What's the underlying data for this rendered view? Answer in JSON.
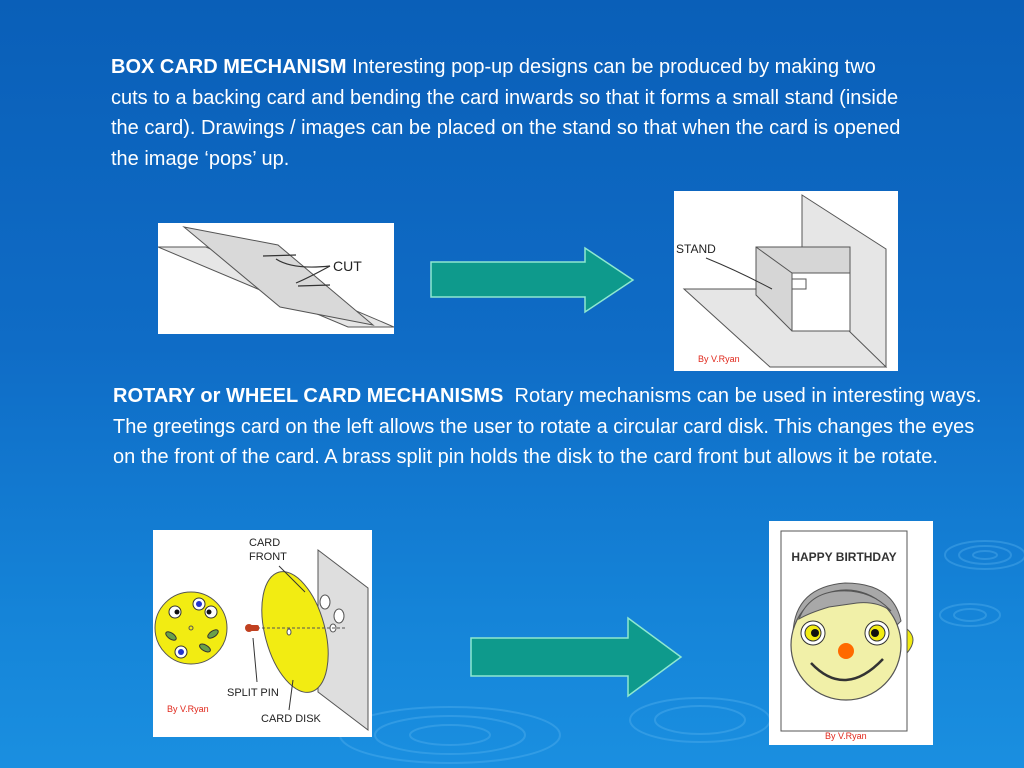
{
  "section1": {
    "heading": "BOX CARD MECHANISM",
    "body": "Interesting pop-up designs can be produced by making two cuts to a backing card and bending the card inwards so that it forms a small stand (inside the card). Drawings / images can be placed on the stand so that when the card is opened the image ‘pops’ up.",
    "fig_cut": {
      "label": "CUT"
    },
    "fig_stand": {
      "label": "STAND",
      "credit": "By V.Ryan"
    }
  },
  "section2": {
    "heading": "ROTARY or WHEEL CARD MECHANISMS",
    "body": "Rotary mechanisms can be used in interesting ways. The greetings card on the left allows the user to rotate a circular card disk. This changes the eyes on the front of the card. A brass split pin holds the disk to the card front but allows it be rotate.",
    "fig_rotary": {
      "label_front_1": "CARD",
      "label_front_2": "FRONT",
      "label_pin": "SPLIT PIN",
      "label_disk": "CARD DISK",
      "credit": "By V.Ryan"
    },
    "fig_birthday": {
      "title": "HAPPY BIRTHDAY",
      "credit": "By V.Ryan"
    }
  },
  "colors": {
    "arrow_fill": "#0e9a8c",
    "arrow_stroke": "#8ee8d0",
    "disk_yellow": "#f2ec12",
    "face_yellow": "#f1f0a8",
    "credit_red": "#e0281c",
    "nose_orange": "#ff6a00"
  }
}
